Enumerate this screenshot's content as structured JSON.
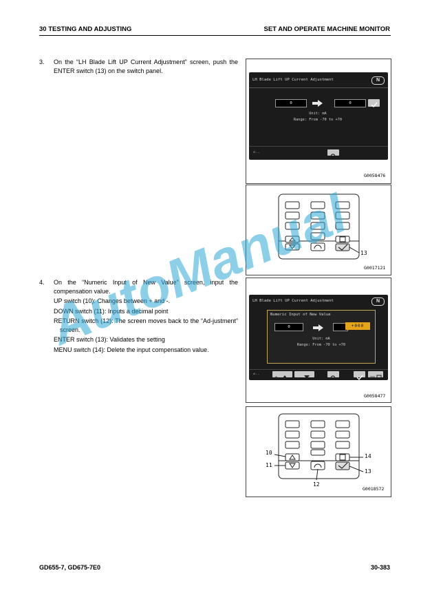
{
  "header": {
    "left": "30 TESTING AND ADJUSTING",
    "right": "SET AND OPERATE MACHINE MONITOR"
  },
  "step3": {
    "number": "3.",
    "text": "On the “LH Blade Lift UP Current Adjustment” screen, push the ENTER switch (13) on the switch panel."
  },
  "step4": {
    "number": "4.",
    "intro": "On the “Numeric Input of New Value” screen, input the compensation value.",
    "items": [
      "UP switch (10): Changes between + and -.",
      "DOWN switch (11): Inputs a decimal point",
      "RETURN switch (12): The screen moves back to the “Ad-justment” screen.",
      "ENTER switch (13): Validates the setting",
      "MENU switch (14): Delete the input compensation value."
    ]
  },
  "figure1": {
    "title": "LH Blade Lift UP Current Adjustment",
    "badge": "N",
    "current_value": "0",
    "new_value": "0",
    "unit": "Unit: mA",
    "range": "Range: From -70 to +70",
    "code": "G0058476"
  },
  "figure2": {
    "callouts": [
      "13"
    ],
    "code": "G0017121"
  },
  "figure3": {
    "title": "LH Blade Lift UP Current Adjustment",
    "badge": "N",
    "dialog_title": "Numeric Input of New Value",
    "current_value": "0",
    "new_value": "+000",
    "unit": "Unit: mA",
    "range": "Range: From -70 to +70",
    "code": "G0058477"
  },
  "figure4": {
    "callouts": [
      "10",
      "11",
      "12",
      "13",
      "14"
    ],
    "code": "G0018572"
  },
  "watermark": "AutoManual",
  "footer": {
    "left": "GD655-7, GD675-7E0",
    "right": "30-383"
  }
}
